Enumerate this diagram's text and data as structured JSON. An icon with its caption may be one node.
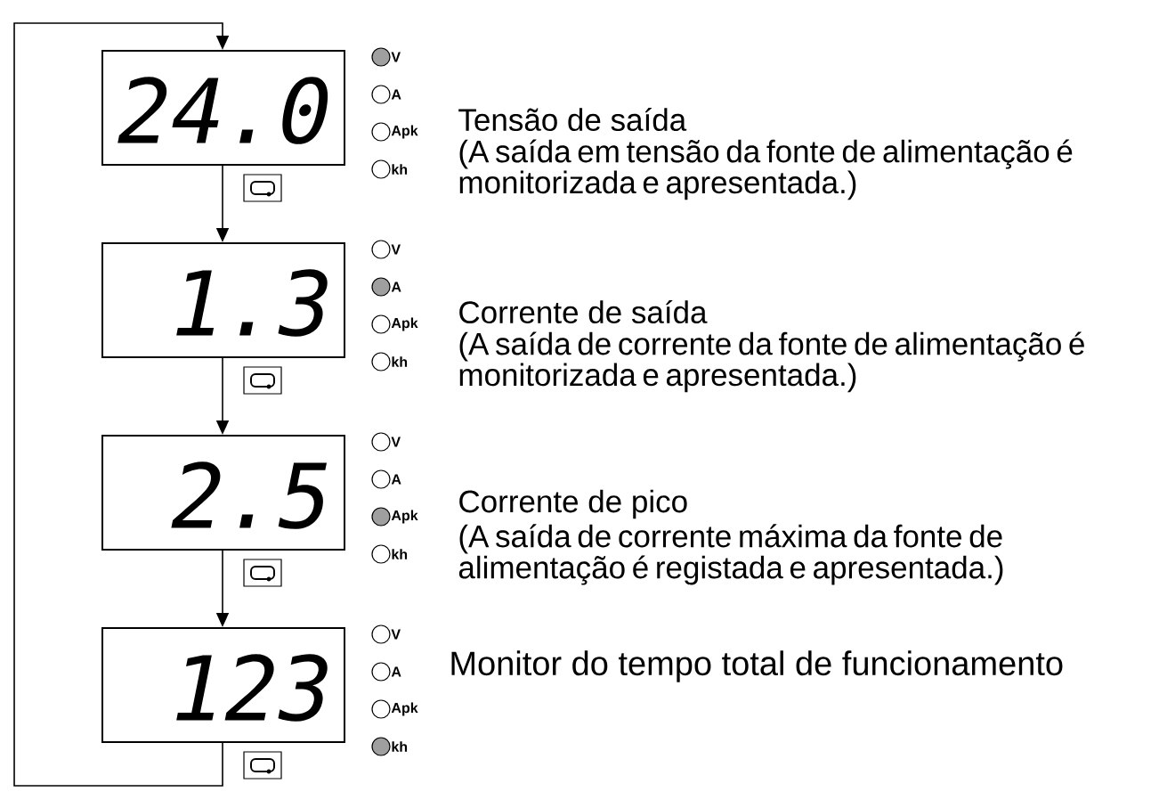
{
  "diagram": {
    "nodes": [
      {
        "text": [
          "24.0"
        ],
        "beside": [
          "Tensão de saída",
          "(A saída em tensão da fonte de alimentação é monitorizada e apresentada.)"
        ]
      },
      {
        "text": [
          "1.3"
        ],
        "beside": [
          "Corrente de saída",
          "(A saída de corrente da fonte de alimentação é monitorizada e apresentada.)"
        ]
      },
      {
        "text": [
          "2.5"
        ],
        "beside": [
          "Corrente de pico",
          "(A saída de corrente máxima da fonte de alimentação é registada e apresentada.)"
        ]
      },
      {
        "text": [
          "123"
        ],
        "beside": [
          "Monitor do tempo total de funcionamento"
        ]
      }
    ],
    "edges": [
      {
        "from": 0,
        "to": 1,
        "arrow": "to"
      },
      {
        "from": 1,
        "to": 2,
        "arrow": "to"
      },
      {
        "from": 2,
        "to": 3,
        "arrow": "to"
      },
      {
        "from": 3,
        "to": 0,
        "arrow": "to"
      }
    ],
    "labels": [
      "V",
      "A",
      "Apk",
      "kh",
      "V",
      "A",
      "Apk",
      "kh",
      "V",
      "A",
      "Apk",
      "kh",
      "V",
      "A",
      "Apk",
      "kh"
    ]
  }
}
